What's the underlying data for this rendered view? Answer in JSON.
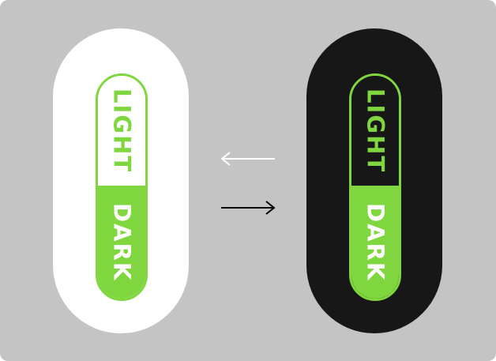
{
  "colors": {
    "canvas": "#c4c4c4",
    "light_card": "#ffffff",
    "dark_card": "#171717",
    "accent": "#7fd63e",
    "text_on_accent": "#ffffff",
    "arrow_left": "#ffffff",
    "arrow_right": "#000000"
  },
  "light_theme": {
    "top_label": "LIGHT",
    "bottom_label": "DARK",
    "active_segment": "bottom"
  },
  "dark_theme": {
    "top_label": "LIGHT",
    "bottom_label": "DARK",
    "active_segment": "bottom"
  },
  "arrows": {
    "upper": {
      "icon": "arrow-left-icon",
      "direction": "left"
    },
    "lower": {
      "icon": "arrow-right-icon",
      "direction": "right"
    }
  }
}
